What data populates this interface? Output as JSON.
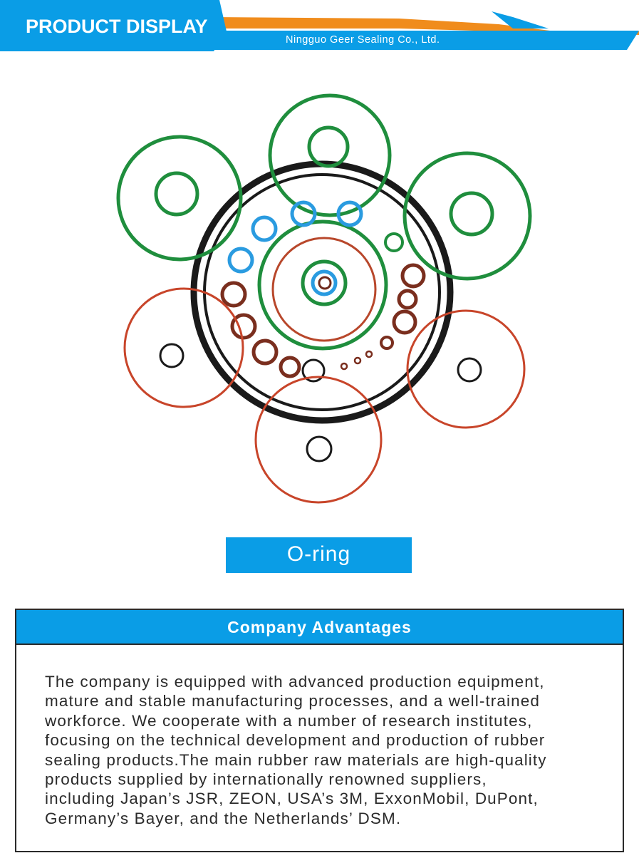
{
  "header": {
    "title": "PRODUCT DISPLAY",
    "company": "Ningguo Geer Sealing Co., Ltd.",
    "colors": {
      "blue": "#0a9de6",
      "orange": "#f08c1c"
    }
  },
  "product": {
    "caption": "O-ring",
    "ring_colors": {
      "green": "#1f8e3d",
      "black": "#1a1a1a",
      "blue": "#2a9be0",
      "brown": "#7a2e1e",
      "orange": "#c8452a"
    }
  },
  "advantages": {
    "title": "Company Advantages",
    "lines": [
      "The company is equipped with advanced production equipment,",
      "mature and stable manufacturing processes, and a well-trained",
      "workforce. We cooperate with a number of research institutes,",
      "focusing on the technical development and production of rubber",
      "sealing products.The main rubber raw materials are high-quality",
      "products supplied by internationally renowned suppliers,",
      "including Japan’s JSR, ZEON, USA’s 3M, ExxonMobil, DuPont,",
      "Germany’s Bayer, and the Netherlands’ DSM."
    ]
  }
}
